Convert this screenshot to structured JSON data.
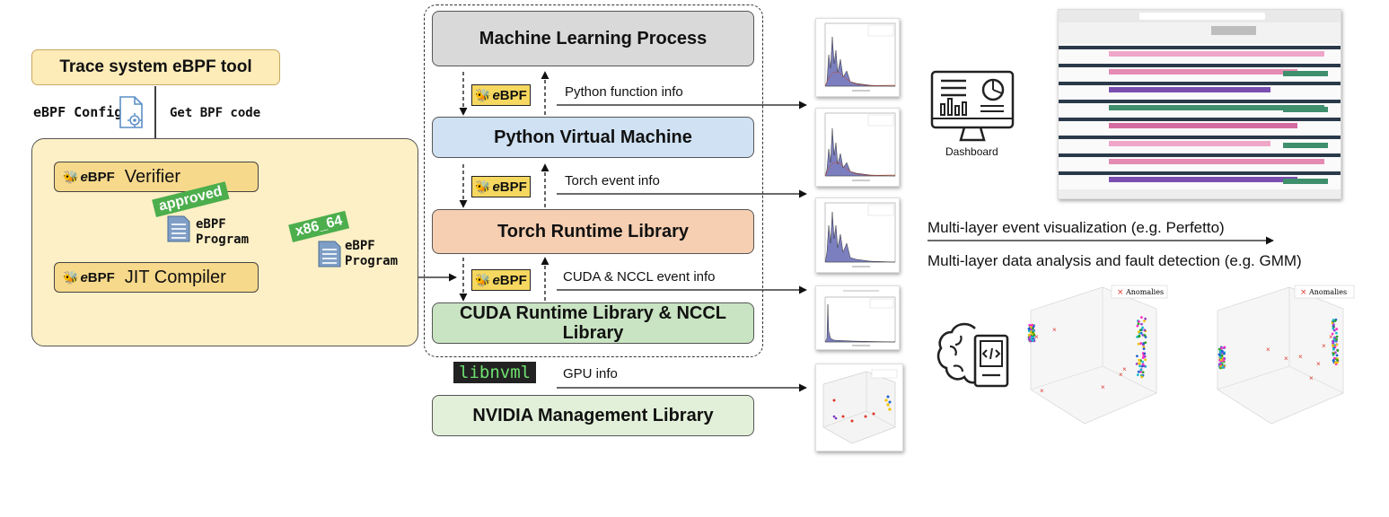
{
  "left": {
    "tool_title": "Trace system eBPF tool",
    "ebpf_config": "eBPF Config",
    "get_bpf_code": "Get BPF code",
    "verifier": "Verifier",
    "jit_compiler": "JIT Compiler",
    "approved_tag": "approved",
    "program_line1": "eBPF",
    "program_line2": "Program",
    "arch_tag": "x86_64",
    "ebpf_badge_e": "e",
    "ebpf_badge_bpf": "BPF"
  },
  "stack": {
    "layers": [
      {
        "label": "Machine Learning Process",
        "color": "#d9d9d9"
      },
      {
        "label": "Python Virtual Machine",
        "color": "#cfe1f3"
      },
      {
        "label": "Torch Runtime Library",
        "color": "#f6cfb2"
      },
      {
        "label": "CUDA Runtime Library & NCCL Library",
        "color": "#c9e4c2"
      }
    ],
    "nvml_layer": {
      "label": "NVIDIA Management Library",
      "color": "#e2f0d9"
    },
    "probes": [
      {
        "info": "Python function info"
      },
      {
        "info": "Torch event info"
      },
      {
        "info": "CUDA & NCCL event info"
      }
    ],
    "libnvml": "libnvml",
    "gpu_info": "GPU info"
  },
  "right": {
    "dashboard_label": "Dashboard",
    "visualization_text": "Multi-layer event visualization (e.g. Perfetto)",
    "analysis_text": "Multi-layer data analysis and fault detection (e.g. GMM)",
    "anomalies_legend": "Anomalies"
  },
  "colors": {
    "ebpf_yellow": "#f6d860",
    "green_tag": "#4cae4c",
    "histogram_fill": "#7b7fbf",
    "anomaly_red": "#e0372b"
  }
}
